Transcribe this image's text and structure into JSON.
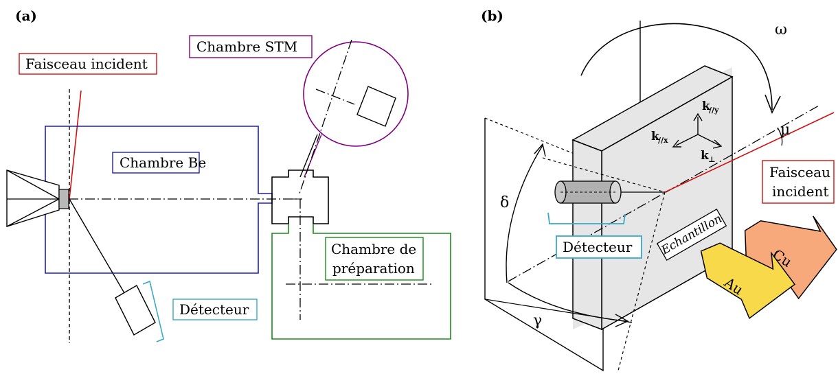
{
  "panel_a": {
    "label": "(a)",
    "faisceau": "Faisceau incident",
    "stm": "Chambre STM",
    "be": "Chambre Be",
    "prep_line1": "Chambre de",
    "prep_line2": "préparation",
    "detecteur": "Détecteur"
  },
  "panel_b": {
    "label": "(b)",
    "omega": "ω",
    "mu": "μ",
    "delta": "δ",
    "gamma": "γ",
    "k_x": "k",
    "k_x_sub": "//x",
    "k_y": "k",
    "k_y_sub": "//y",
    "k_perp": "k",
    "k_perp_sub": "⊥",
    "faisceau_line1": "Faisceau",
    "faisceau_line2": "incident",
    "detecteur": "Détecteur",
    "echantillon": "Echantillon",
    "cu": "Cu",
    "au": "Au"
  },
  "colors": {
    "red": "#d01010",
    "purple": "#800080",
    "blue": "#1a1ad0",
    "green": "#1a8a1a",
    "cyan": "#3aa8c8",
    "sample_fill": "#e6e6e6",
    "cu_fill": "#f7a97b",
    "au_fill": "#f8d94a",
    "detector_fill": "#b0b0b0"
  }
}
